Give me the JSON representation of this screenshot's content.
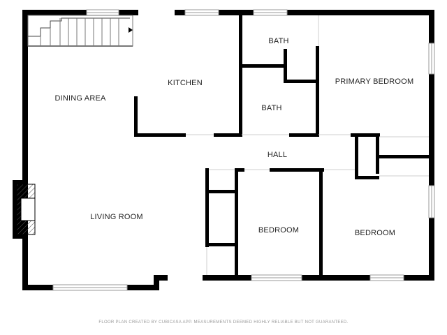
{
  "rooms": {
    "dining_area": "DINING AREA",
    "kitchen": "KITCHEN",
    "bath_top": "BATH",
    "bath_lower": "BATH",
    "primary_bedroom": "PRIMARY BEDROOM",
    "hall": "HALL",
    "living_room": "LIVING ROOM",
    "bedroom_mid": "BEDROOM",
    "bedroom_right": "BEDROOM"
  },
  "footer": "FLOOR PLAN CREATED BY CUBICASA APP. MEASUREMENTS DEEMED HIGHLY RELIABLE BUT NOT GUARANTEED.",
  "colors": {
    "wall": "#000000",
    "window": "#bdbdbd",
    "hatch": "#555555"
  }
}
